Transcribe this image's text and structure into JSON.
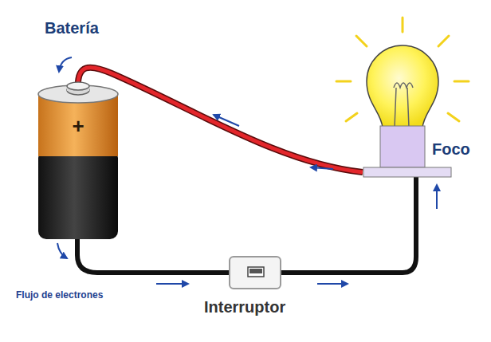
{
  "diagram": {
    "labels": [
      "Batería",
      "+",
      "Foco",
      "Interruptor",
      "Flujo de electrones"
    ]
  }
}
